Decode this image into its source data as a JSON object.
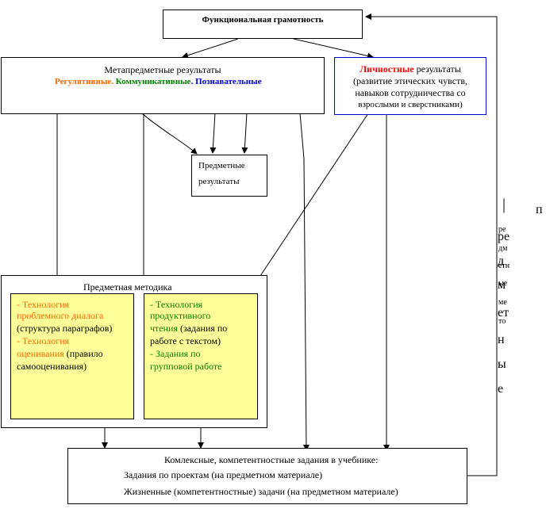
{
  "top": {
    "title": "Функциональная грамотность"
  },
  "meta": {
    "title": "Метапредметные результаты",
    "regulative": "Регулятивные",
    "sep1": ". ",
    "communicative": "Коммуникативные",
    "sep2": ". ",
    "cognitive": "Познавательные"
  },
  "personal": {
    "title_red": "Личностные",
    "title_rest": " результаты",
    "line2": "(развитие этических чувств,",
    "line3": "навыков сотрудничества со",
    "line4": "взрослыми и сверстниками)"
  },
  "subject": {
    "line1": "Предметные",
    "line2": "результаты"
  },
  "method": {
    "title": "Предметная методика",
    "left": {
      "l1": "- Технология",
      "l2": "проблемного диалога",
      "l3": "(структура параграфов)",
      "l4": "- Технология",
      "l5": "оценивания",
      "l5b": " (правило",
      "l6": "самооценивания)"
    },
    "right": {
      "l1": "- Технология",
      "l2": "продуктивного",
      "l3a": "чтения",
      "l3b": " (задания по",
      "l4": "работе с текстом)",
      "l5": "- Задания по",
      "l6": "групповой работе"
    }
  },
  "bottom": {
    "title": "Комлексные, компетентностные задания в учебнике:",
    "item1": "Задания по проектам (на предметном материале)",
    "item2": "Жизненные (компетентностные) задачи  (на предметном материале)"
  },
  "side": {
    "big": [
      "|",
      "ре",
      "д",
      "м",
      "ет",
      "н",
      "ы",
      "е"
    ],
    "small": [
      "ре",
      "дм",
      "етн",
      "ые",
      "ме",
      "то"
    ],
    "far": "п"
  }
}
